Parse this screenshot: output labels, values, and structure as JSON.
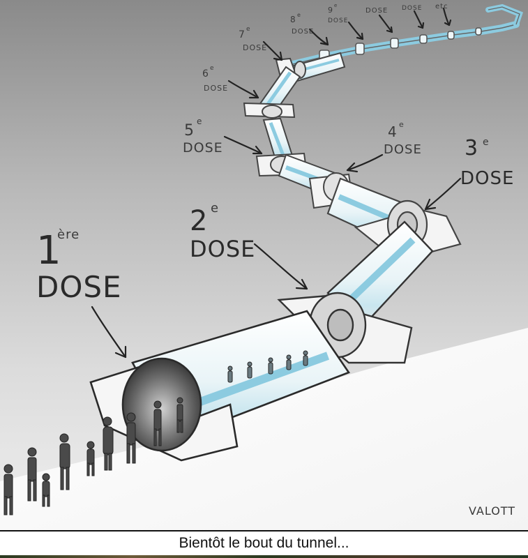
{
  "labels": {
    "d1_num": "1",
    "d1_sup": "ère",
    "d1_word": "DOSE",
    "d2_num": "2",
    "d2_sup": "e",
    "d2_word": "DOSE",
    "d3_num": "3",
    "d3_sup": "e",
    "d3_word": "DOSE",
    "d4_num": "4",
    "d4_sup": "e",
    "d4_word": "DOSE",
    "d5_num": "5",
    "d5_sup": "e",
    "d5_word": "DOSE",
    "d6_num": "6",
    "d6_sup": "e",
    "d6_word": "DOSE",
    "d7_num": "7",
    "d7_sup": "e",
    "d7_word": "DOSE",
    "d8_num": "8",
    "d8_sup": "e",
    "d8_word": "DOSE",
    "d9_num": "9",
    "d9_sup": "e",
    "d9_word": "DOSE",
    "d10_word": "DOSE",
    "d11_word": "DOSE",
    "etc": "etc"
  },
  "signature": "VALOTT",
  "caption": "Bientôt le bout du tunnel..."
}
